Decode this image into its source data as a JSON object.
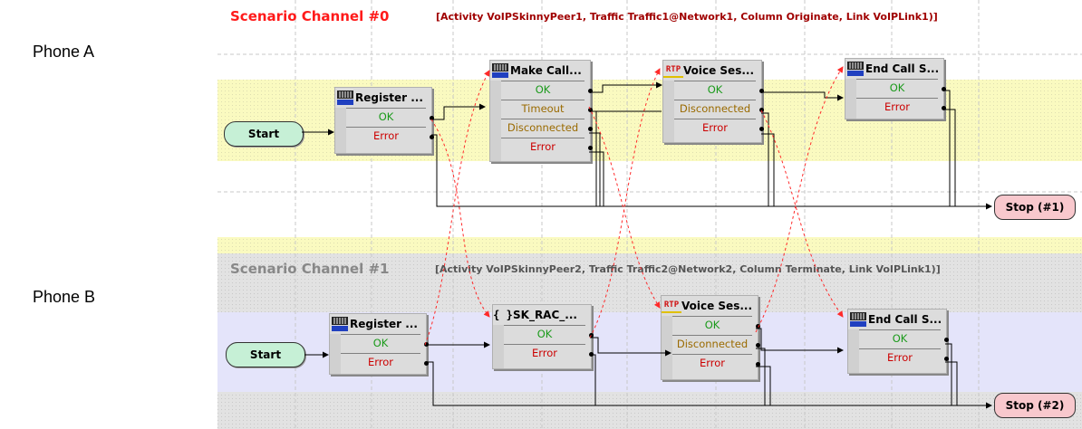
{
  "phones": {
    "a_label": "Phone A",
    "b_label": "Phone B"
  },
  "channels": [
    {
      "title": "Scenario Channel #0",
      "subtitle": "[Activity VoIPSkinnyPeer1, Traffic Traffic1@Network1, Column Originate, Link VoIPLink1)]",
      "title_color": "#ff1a1a",
      "subtitle_color": "#a00000",
      "start_label": "Start",
      "stop_label": "Stop (#1)"
    },
    {
      "title": "Scenario Channel #1",
      "subtitle": "[Activity VoIPSkinnyPeer2, Traffic Traffic2@Network2, Column Terminate, Link VoIPLink1)]",
      "title_color": "#888888",
      "subtitle_color": "#555555",
      "start_label": "Start",
      "stop_label": "Stop (#2)"
    }
  ],
  "nodes": {
    "a_register": {
      "title": "Register ...",
      "icon": "hl-icon",
      "outcomes": [
        "OK",
        "Error"
      ]
    },
    "a_make_call": {
      "title": "Make Call...",
      "icon": "hl-icon",
      "outcomes": [
        "OK",
        "Timeout",
        "Disconnected",
        "Error"
      ]
    },
    "a_voice": {
      "title": "Voice Ses...",
      "icon": "rtp-icon",
      "icon_text": "RTP",
      "outcomes": [
        "OK",
        "Disconnected",
        "Error"
      ]
    },
    "a_end_call": {
      "title": "End Call S...",
      "icon": "hl-icon",
      "outcomes": [
        "OK",
        "Error"
      ]
    },
    "b_register": {
      "title": "Register ...",
      "icon": "hl-icon",
      "outcomes": [
        "OK",
        "Error"
      ]
    },
    "b_sk_rac": {
      "title": "SK_RAC_...",
      "icon": "script-icon",
      "icon_text": "{ }",
      "outcomes": [
        "OK",
        "Error"
      ]
    },
    "b_voice": {
      "title": "Voice Ses...",
      "icon": "rtp-icon",
      "icon_text": "RTP",
      "outcomes": [
        "OK",
        "Disconnected",
        "Error"
      ]
    },
    "b_end_call": {
      "title": "End Call S...",
      "icon": "hl-icon",
      "outcomes": [
        "OK",
        "Error"
      ]
    }
  },
  "colors": {
    "lane_yellow": "#fafac0",
    "lane_gray": "#dedede",
    "lane_blue": "#e0e0fa",
    "start_fill": "#c6f0d6",
    "stop_fill": "#f8c8cd",
    "sync_line": "#ff2a2a",
    "ok_text": "#1a9a1a",
    "error_text": "#cc0000",
    "warn_text": "#9a6a00"
  }
}
